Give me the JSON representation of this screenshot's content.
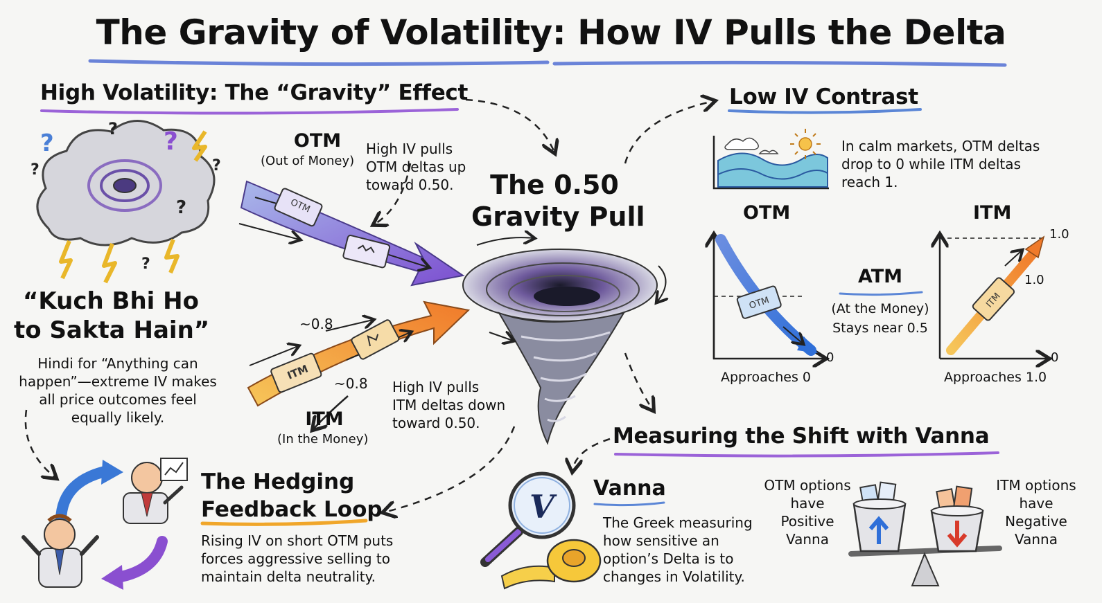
{
  "title": "The Gravity of Volatility: How IV Pulls the Delta",
  "high_vol": {
    "heading": "High Volatility: The “Gravity” Effect",
    "quote_line1": "“Kuch Bhi Ho",
    "quote_line2": "to Sakta Hain”",
    "desc": [
      "Hindi for “Anything can",
      "happen”—extreme IV makes",
      "all price outcomes feel",
      "equally likely."
    ]
  },
  "otm_stream": {
    "label": "OTM",
    "sub": "(Out of Money)",
    "note": [
      "High IV pulls",
      "OTM deltas up",
      "toward 0.50."
    ],
    "ticket": "OTM"
  },
  "itm_stream": {
    "label": "ITM",
    "sub": "(In the Money)",
    "note": [
      "High IV pulls",
      "ITM deltas down",
      "toward 0.50."
    ],
    "ticket": "ITM",
    "approx1": "~0.8",
    "approx2": "~0.8"
  },
  "gravity": {
    "line1": "The 0.50",
    "line2": "Gravity Pull"
  },
  "low_iv": {
    "heading": "Low IV Contrast",
    "desc": [
      "In calm markets, OTM deltas",
      "drop to 0 while ITM deltas",
      "reach 1."
    ],
    "otm_title": "OTM",
    "otm_zero": "0",
    "otm_caption": "Approaches 0",
    "otm_ticket": "OTM",
    "atm_title": "ATM",
    "atm_sub": "(At the Money)",
    "atm_desc": "Stays near 0.5",
    "itm_title": "ITM",
    "itm_top": "1.0",
    "itm_mid": "1.0",
    "itm_zero": "0",
    "itm_caption": "Approaches 1.0",
    "itm_ticket": "ITM"
  },
  "hedging": {
    "heading1": "The Hedging",
    "heading2": "Feedback Loop",
    "desc": [
      "Rising IV on short OTM puts",
      "forces aggressive selling to",
      "maintain delta neutrality."
    ]
  },
  "vanna": {
    "heading": "Measuring the Shift with Vanna",
    "symbol": "V",
    "name": "Vanna",
    "desc": [
      "The Greek measuring",
      "how sensitive an",
      "option’s Delta is to",
      "changes in Volatility."
    ],
    "otm": [
      "OTM options",
      "have",
      "Positive",
      "Vanna"
    ],
    "itm": [
      "ITM options",
      "have",
      "Negative",
      "Vanna"
    ]
  },
  "colors": {
    "purple": "#8a5bd6",
    "blue": "#5b86d6",
    "orange": "#f08a2a",
    "underline": "#6a83d8"
  }
}
